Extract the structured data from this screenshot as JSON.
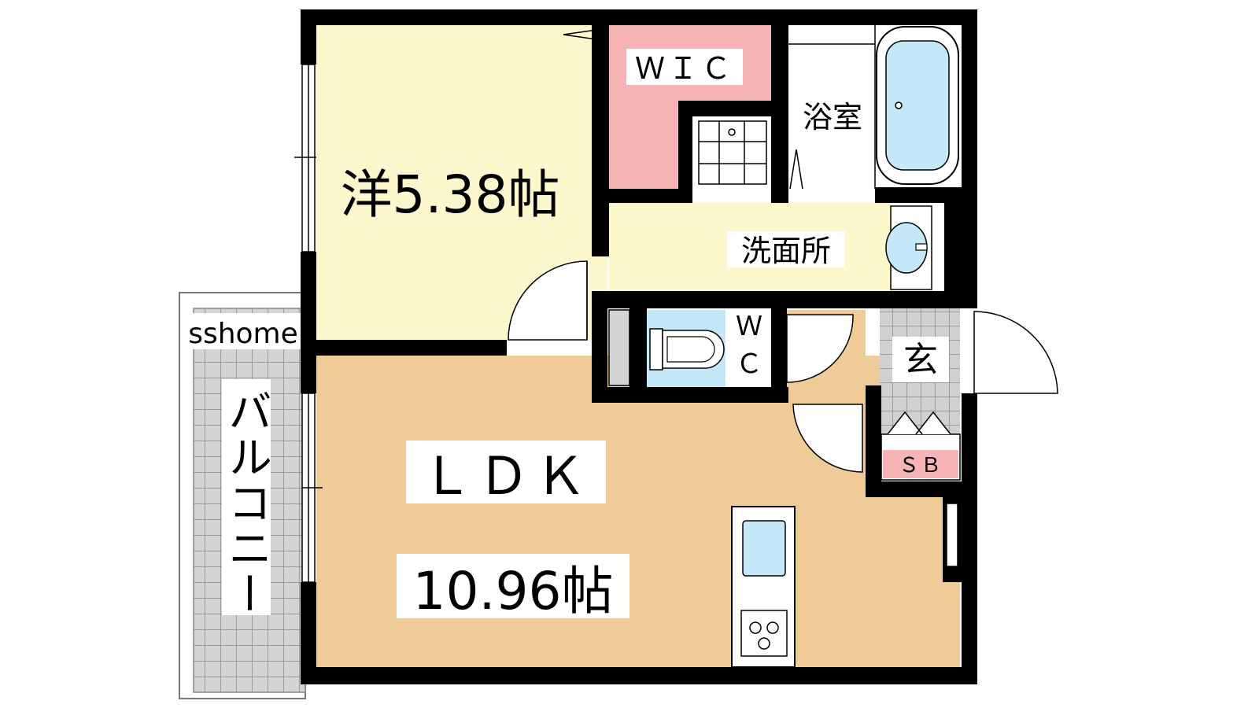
{
  "labels": {
    "western_room": "洋5.38帖",
    "wic": "ＷＩＣ",
    "bath": "浴室",
    "washroom": "洗面所",
    "wc_line1": "Ｗ",
    "wc_line2": "Ｃ",
    "entrance": "玄",
    "shoe_box": "ＳＢ",
    "ldk": "ＬＤＫ",
    "ldk_size": "10.96帖",
    "balcony": "バルコニー",
    "watermark": "sshome"
  },
  "colors": {
    "wall": "#000000",
    "western_room_floor": "#fdf7cd",
    "ldk_floor": "#efcc97",
    "wic_floor": "#f7b4b6",
    "bath_fixture": "#c4e8f7",
    "balcony_tile": "#d4d4d4",
    "wet_area_floor": "#ffffff"
  }
}
